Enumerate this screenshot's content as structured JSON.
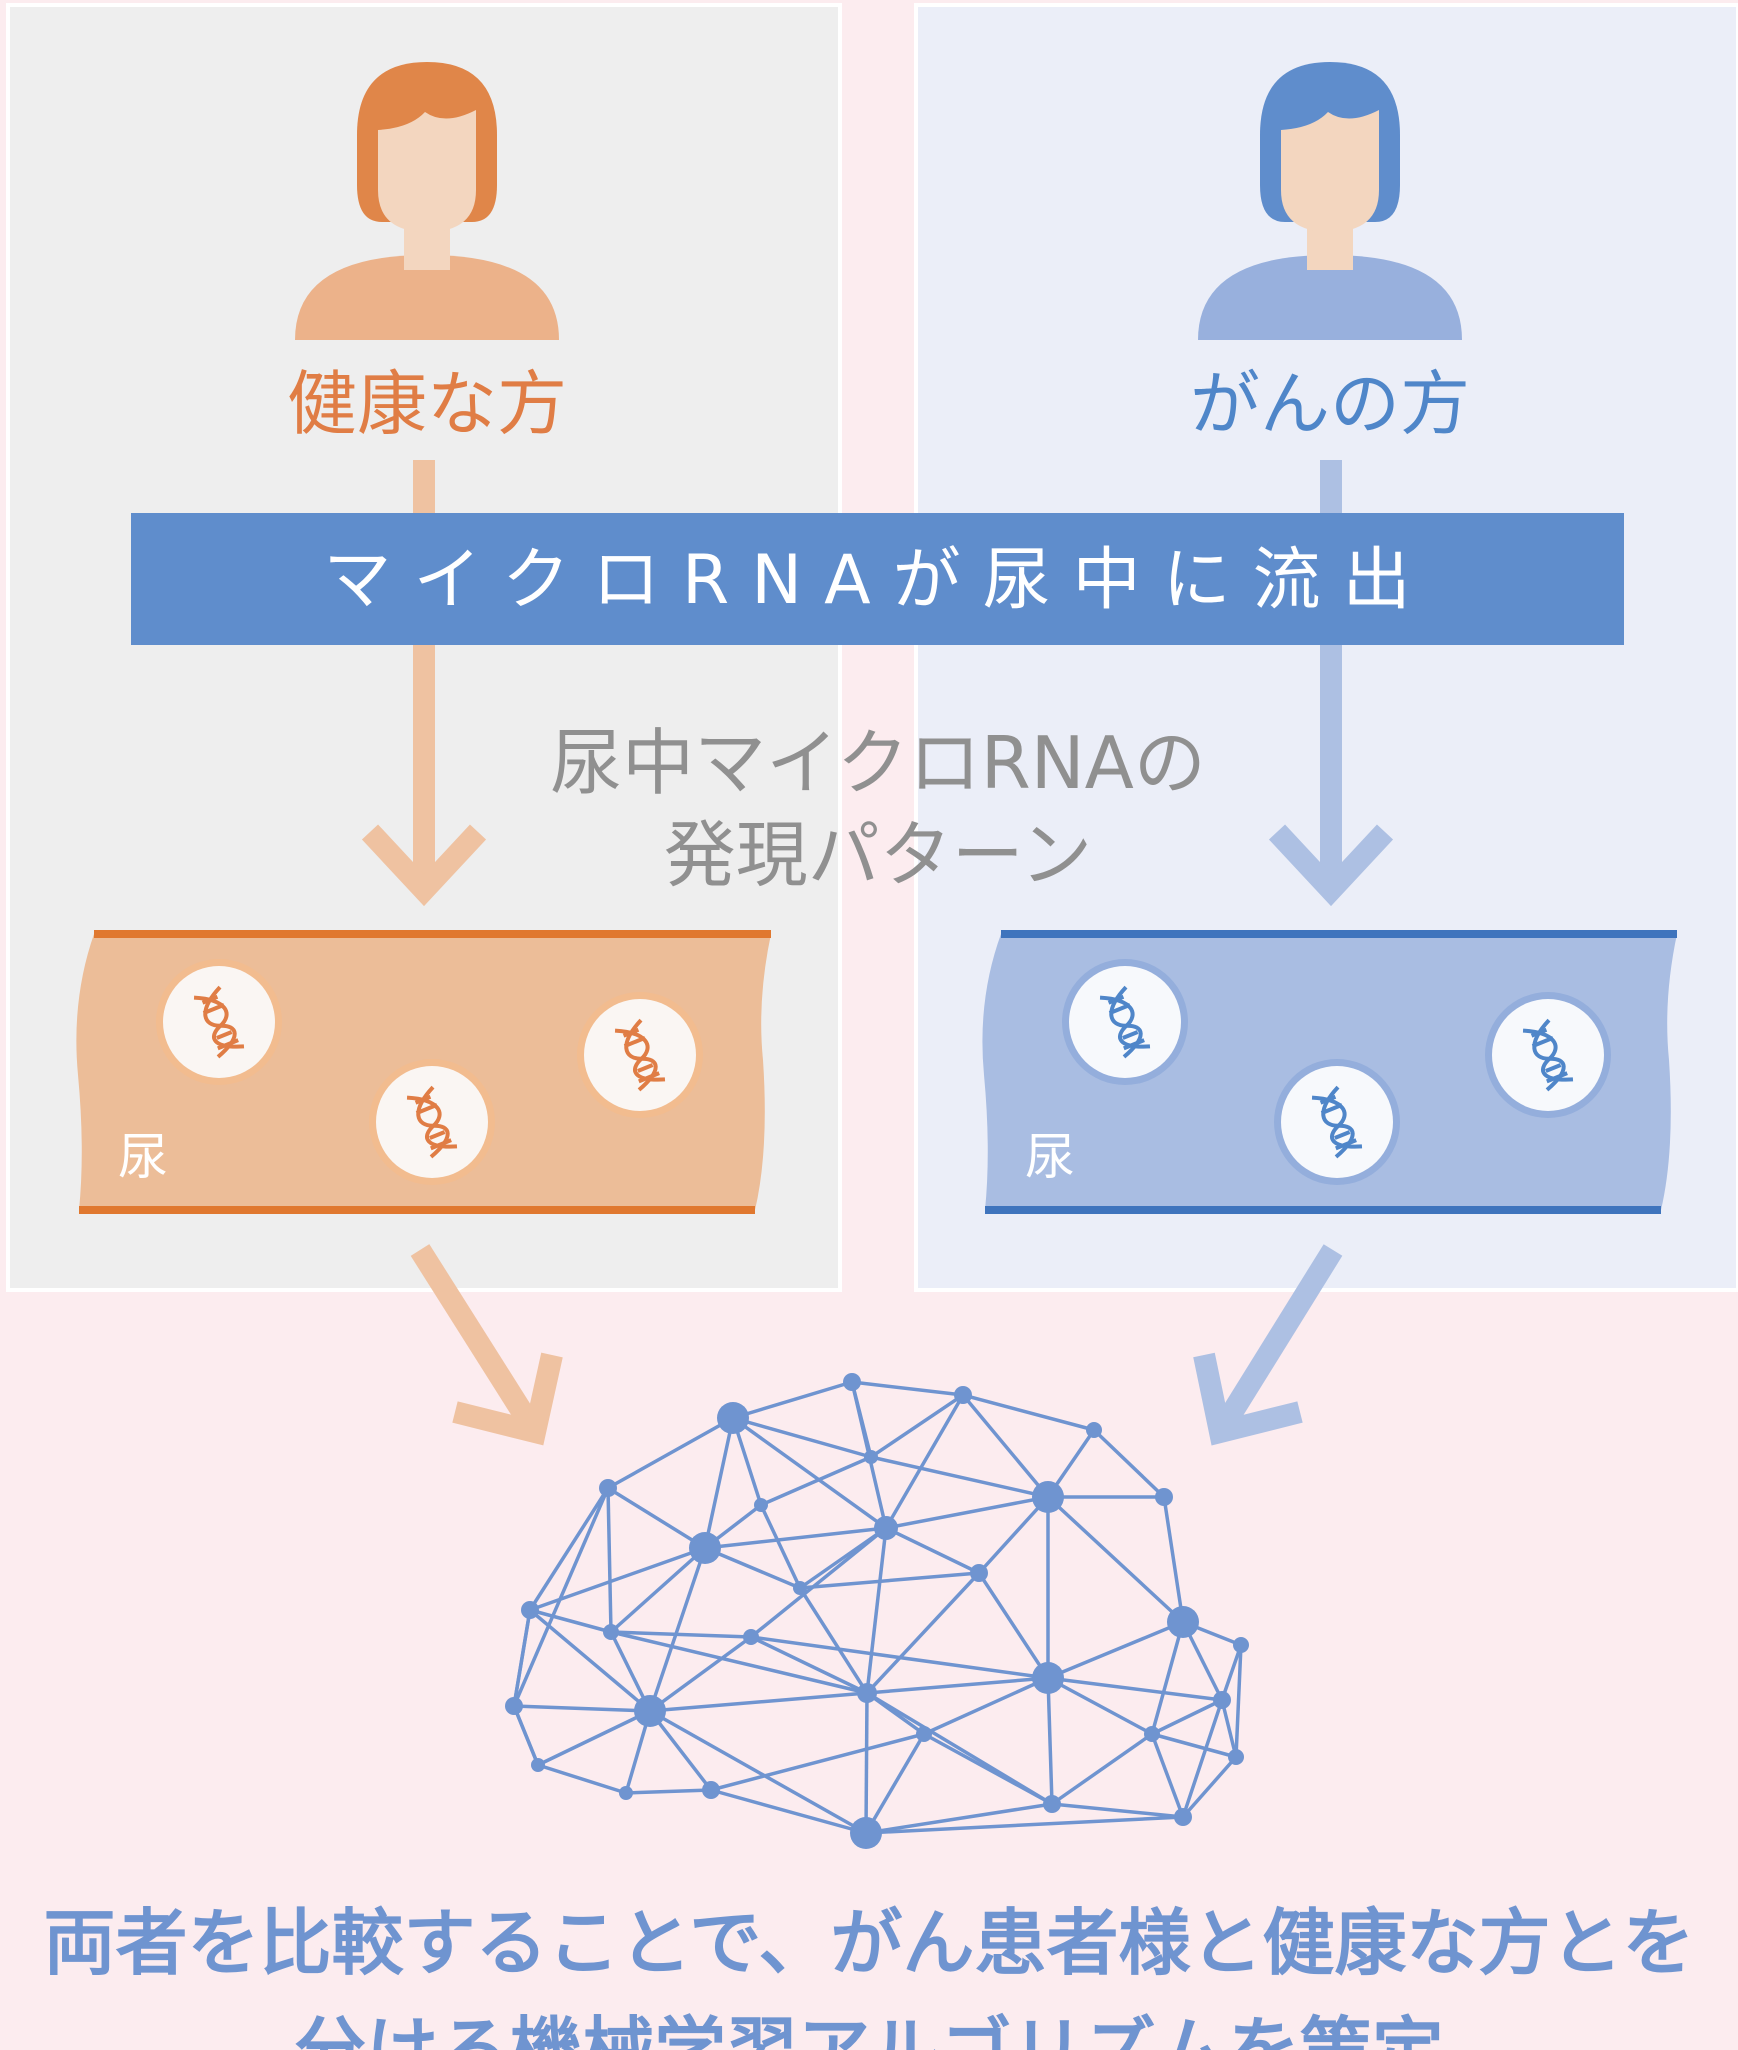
{
  "people": {
    "left_label": "健康な方",
    "right_label": "がんの方"
  },
  "banner": {
    "text": "マイクロRNAが尿中に流出"
  },
  "expression": {
    "line1": "尿中マイクロRNAの",
    "line2": "発現パターン"
  },
  "urine": {
    "left_label": "尿",
    "right_label": "尿"
  },
  "conclusion": {
    "line1": "両者を比較することで、がん患者様と健康な方とを",
    "line2": "分ける機械学習アルゴリズムを策定"
  },
  "colors": {
    "orange": "#e07d45",
    "orange_light": "#ecbd98",
    "orange_arrow": "#efc2a1",
    "blue": "#5f8dcc",
    "blue_light": "#a9bde2",
    "blue_arrow": "#adc0e3",
    "blue_text": "#4f86c9",
    "gray_text": "#909090",
    "panel_left": "#eeeeee",
    "panel_right": "#ebeef8",
    "background": "#fcecef"
  }
}
